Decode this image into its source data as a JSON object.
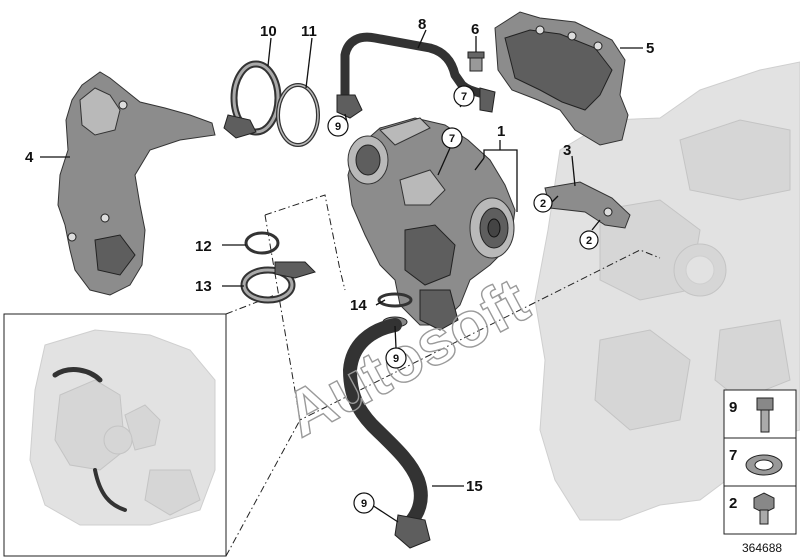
{
  "callouts": [
    {
      "id": "label-1",
      "text": "1"
    },
    {
      "id": "label-2a",
      "text": "2"
    },
    {
      "id": "label-2b",
      "text": "2"
    },
    {
      "id": "label-3",
      "text": "3"
    },
    {
      "id": "label-4",
      "text": "4"
    },
    {
      "id": "label-5",
      "text": "5"
    },
    {
      "id": "label-6",
      "text": "6"
    },
    {
      "id": "label-7a",
      "text": "7"
    },
    {
      "id": "label-7b",
      "text": "7"
    },
    {
      "id": "label-8",
      "text": "8"
    },
    {
      "id": "label-9a",
      "text": "9"
    },
    {
      "id": "label-9b",
      "text": "9"
    },
    {
      "id": "label-9c",
      "text": "9"
    },
    {
      "id": "label-10",
      "text": "10"
    },
    {
      "id": "label-11",
      "text": "11"
    },
    {
      "id": "label-12",
      "text": "12"
    },
    {
      "id": "label-13",
      "text": "13"
    },
    {
      "id": "label-14",
      "text": "14"
    },
    {
      "id": "label-15",
      "text": "15"
    }
  ],
  "key": [
    {
      "label": "9",
      "icon": "bolt-icon"
    },
    {
      "label": "7",
      "icon": "sealing-ring-icon"
    },
    {
      "label": "2",
      "icon": "hex-nut-icon"
    }
  ],
  "watermark": "Autosoft",
  "reference_number": "364688",
  "colors": {
    "part": "#8c8c8c",
    "ghost": "#e2e2e2",
    "ink": "#111111"
  }
}
